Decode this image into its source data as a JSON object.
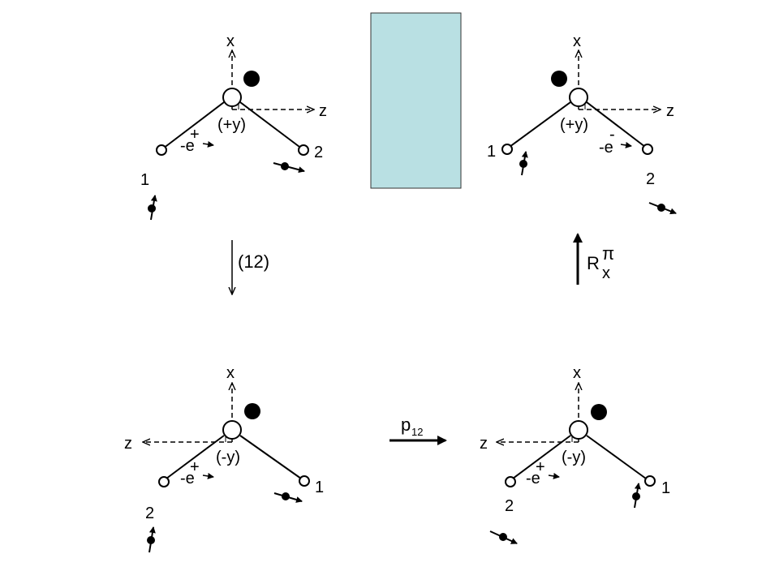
{
  "colors": {
    "line": "#000000",
    "panel_fill": "#b9e0e3",
    "panel_border": "#333333"
  },
  "panels": {
    "top_left": {
      "axis_x": "x",
      "axis_z": "z",
      "axis_y": "(+y)",
      "charge": "-e",
      "charge_sign": "+",
      "atom_left": "1",
      "atom_right": "2"
    },
    "top_right": {
      "axis_x": "x",
      "axis_z": "z",
      "axis_y": "(+y)",
      "charge": "-e",
      "charge_sign": "-",
      "atom_left": "1",
      "atom_right": "2"
    },
    "bottom_left": {
      "axis_x": "x",
      "axis_z": "z",
      "axis_y": "(-y)",
      "charge": "-e",
      "charge_sign": "+",
      "atom_left": "2",
      "atom_right": "1"
    },
    "bottom_right": {
      "axis_x": "x",
      "axis_z": "z",
      "axis_y": "(-y)",
      "charge": "-e",
      "charge_sign": "+",
      "atom_left": "2",
      "atom_right": "1"
    }
  },
  "operations": {
    "permutation": "(12)",
    "parity_p": "p",
    "parity_sub": "12",
    "rotation_r": "R",
    "rotation_pi": "π",
    "rotation_sub": "x"
  }
}
